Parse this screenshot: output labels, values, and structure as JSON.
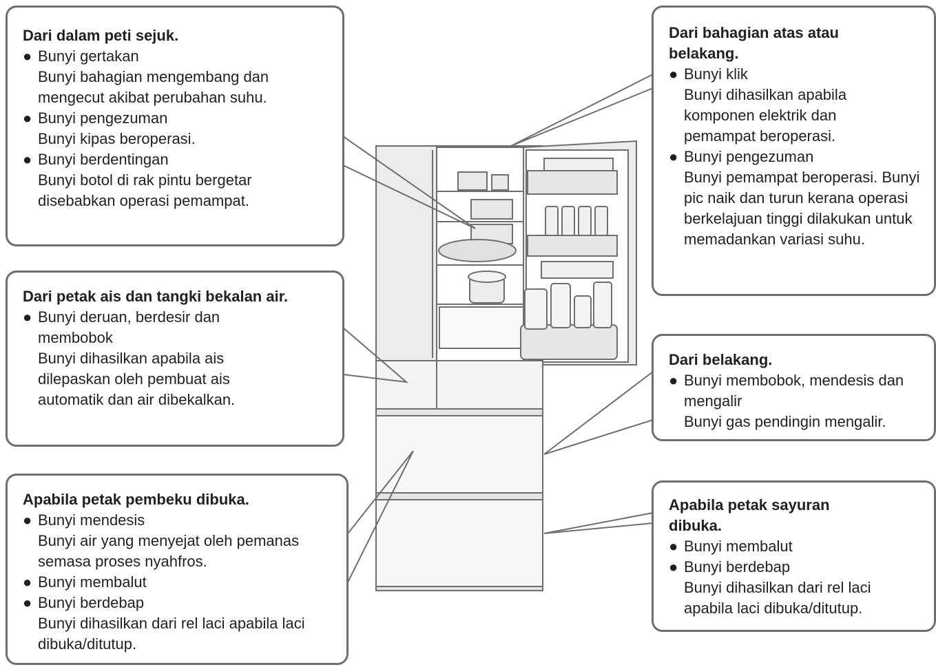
{
  "callouts": [
    {
      "id": "top-left",
      "title": "Dari dalam peti sejuk.",
      "items": [
        {
          "name": "Bunyi gertakan",
          "desc": "Bunyi bahagian mengembang dan mengecut akibat perubahan suhu."
        },
        {
          "name": "Bunyi pengezuman",
          "desc": "Bunyi kipas beroperasi."
        },
        {
          "name": "Bunyi berdentingan",
          "desc": "Bunyi botol di rak pintu bergetar disebabkan operasi pemampat."
        }
      ]
    },
    {
      "id": "mid-left",
      "title": "Dari petak ais dan tangki bekalan air.",
      "items": [
        {
          "name": "Bunyi deruan, berdesir dan membobok",
          "desc": "Bunyi dihasilkan apabila ais dilepaskan oleh pembuat ais automatik dan air dibekalkan."
        }
      ]
    },
    {
      "id": "bottom-left",
      "title": "Apabila petak pembeku dibuka.",
      "items": [
        {
          "name": "Bunyi mendesis",
          "desc": "Bunyi air yang menyejat oleh pemanas semasa proses nyahfros."
        },
        {
          "name": "Bunyi membalut",
          "desc": ""
        },
        {
          "name": "Bunyi berdebap",
          "desc": "Bunyi dihasilkan dari rel laci apabila laci dibuka/ditutup."
        }
      ]
    },
    {
      "id": "top-right",
      "title": "Dari bahagian atas atau belakang.",
      "items": [
        {
          "name": "Bunyi klik",
          "desc": "Bunyi dihasilkan apabila komponen elektrik dan pemampat beroperasi."
        },
        {
          "name": "Bunyi pengezuman",
          "desc": "Bunyi pemampat beroperasi. Bunyi pic naik dan turun kerana operasi berkelajuan tinggi dilakukan untuk memadankan variasi suhu."
        }
      ]
    },
    {
      "id": "mid-right",
      "title": "Dari belakang.",
      "items": [
        {
          "name": "Bunyi membobok, mendesis dan mengalir",
          "desc": "Bunyi gas pendingin mengalir."
        }
      ]
    },
    {
      "id": "bottom-right",
      "title": "Apabila petak sayuran dibuka.",
      "items": [
        {
          "name": "Bunyi membalut",
          "desc": ""
        },
        {
          "name": "Bunyi berdebap",
          "desc": "Bunyi dihasilkan dari rel laci apabila laci dibuka/ditutup."
        }
      ]
    }
  ],
  "bullet_symbol": "●",
  "colors": {
    "border": "#6d6e71",
    "text": "#231f20",
    "fridge_outline": "#6d6e71",
    "fridge_fill": "#f7f7f7"
  }
}
